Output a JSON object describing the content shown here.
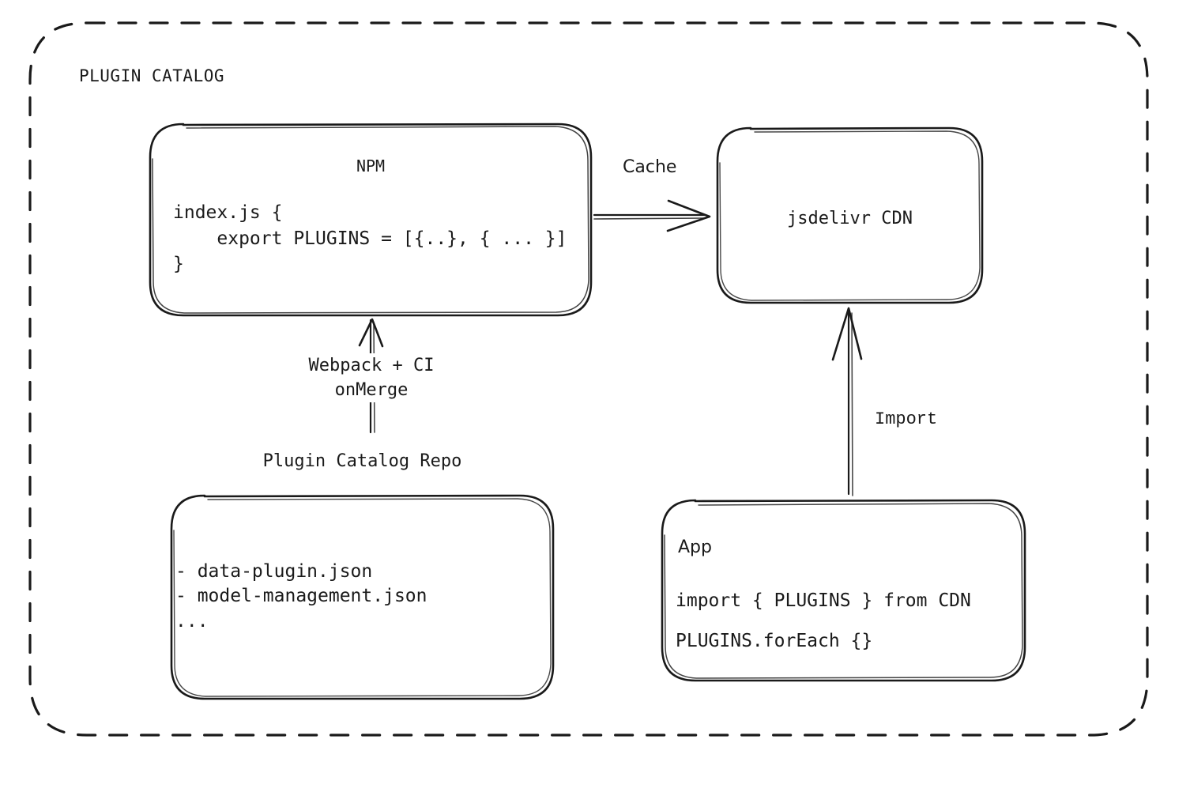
{
  "diagram": {
    "title": "PLUGIN CATALOG",
    "background": "#ffffff",
    "stroke_color": "#1a1a1a",
    "type": "architecture-flow",
    "nodes": [
      {
        "id": "npm",
        "title": "NPM",
        "code": "index.js {\n    export PLUGINS = [{..}, { ... }]\n}"
      },
      {
        "id": "cdn",
        "title": "jsdelivr CDN"
      },
      {
        "id": "repo",
        "caption": "Plugin Catalog Repo",
        "code": "- data-plugin.json\n- model-management.json\n..."
      },
      {
        "id": "app",
        "title": "App",
        "line1": "import { PLUGINS } from CDN",
        "line2": "PLUGINS.forEach {}"
      }
    ],
    "edges": [
      {
        "id": "npm-to-cdn",
        "label": "Cache",
        "from": "npm",
        "to": "cdn",
        "direction": "right"
      },
      {
        "id": "repo-to-npm",
        "label": "Webpack + CI\nonMerge",
        "from": "repo",
        "to": "npm",
        "direction": "up"
      },
      {
        "id": "app-to-cdn",
        "label": "Import",
        "from": "app",
        "to": "cdn",
        "direction": "up"
      }
    ]
  }
}
